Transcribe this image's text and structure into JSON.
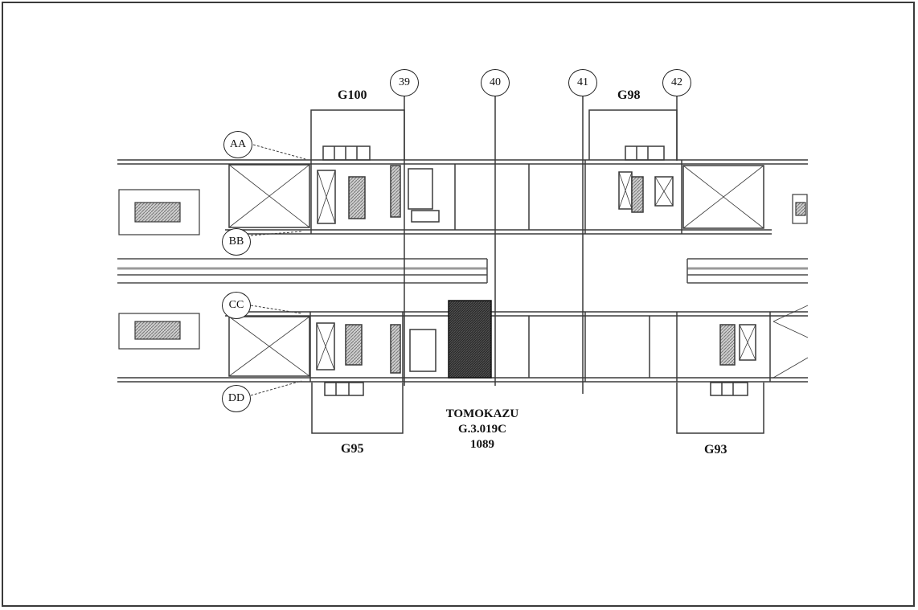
{
  "gate_labels": {
    "top_left": "G100",
    "top_right": "G98",
    "bottom_left": "G95",
    "bottom_right": "G93"
  },
  "column_bubbles": [
    "39",
    "40",
    "41",
    "42"
  ],
  "row_bubbles": [
    "AA",
    "BB",
    "CC",
    "DD"
  ],
  "callout": {
    "name": "TOMOKAZU",
    "code": "G.3.019C",
    "number": "1089"
  },
  "colors": {
    "line": "#3a3a3a",
    "hatch": "#8a8a8a",
    "highlight": "#2a2a2a",
    "paper": "#ffffff"
  }
}
